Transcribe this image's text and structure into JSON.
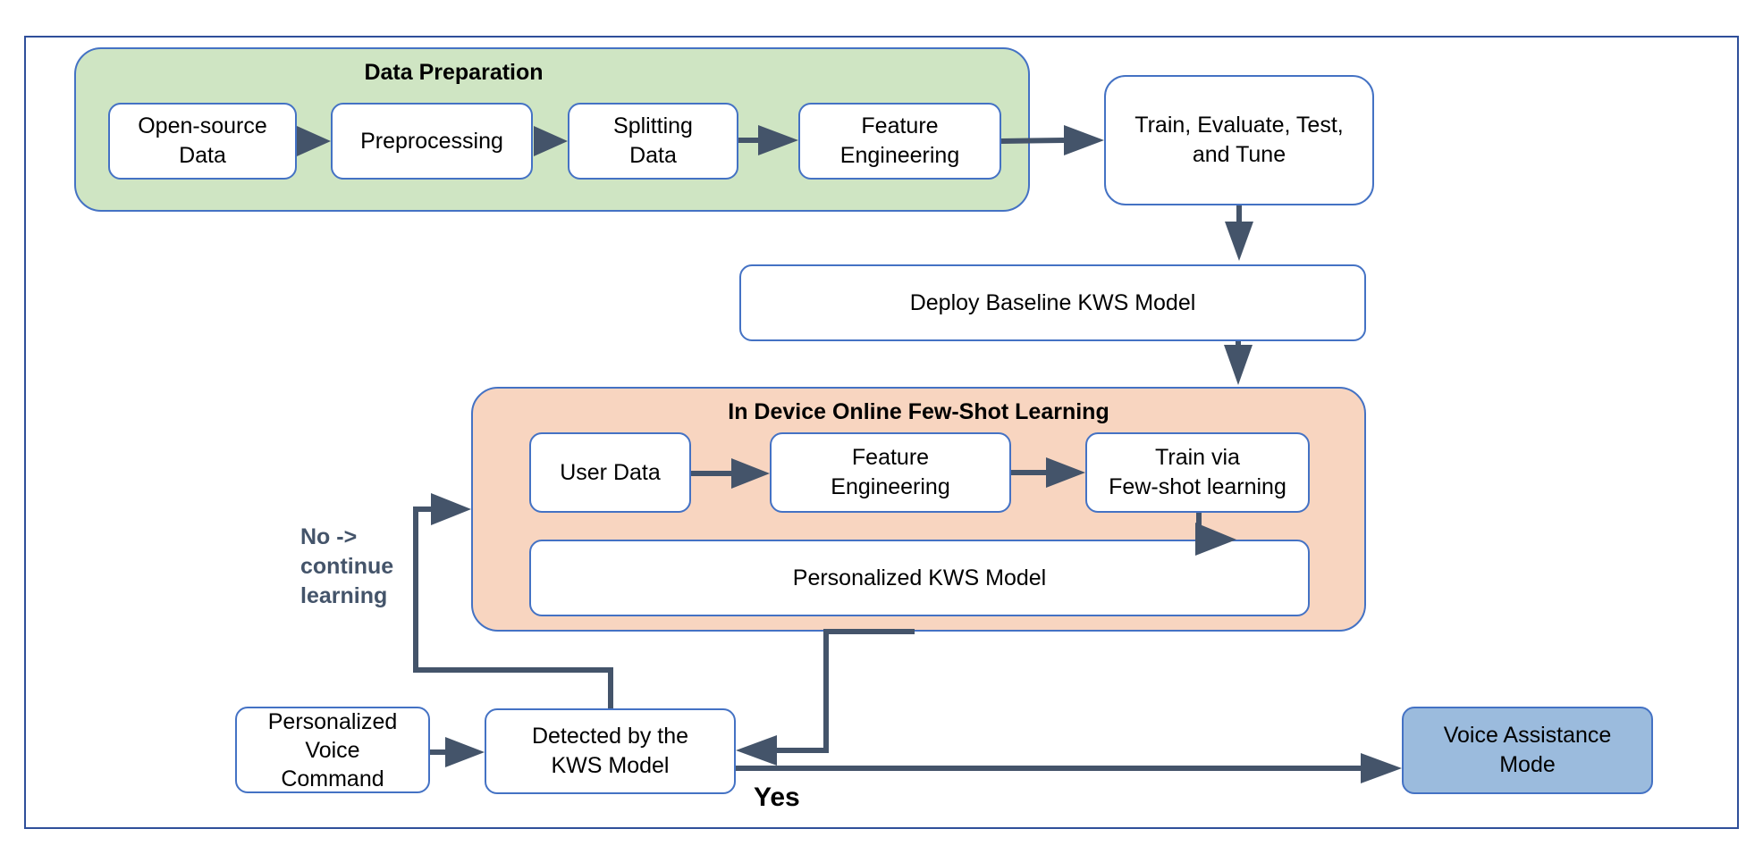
{
  "groups": {
    "data_preparation": "Data Preparation",
    "online_learning": "In Device Online Few-Shot Learning"
  },
  "boxes": {
    "open_source_data": "Open-source\nData",
    "preprocessing": "Preprocessing",
    "splitting_data": "Splitting\nData",
    "feature_engineering_1": "Feature\nEngineering",
    "train_evaluate": "Train, Evaluate, Test,\nand Tune",
    "deploy_baseline": "Deploy Baseline KWS Model",
    "user_data": "User Data",
    "feature_engineering_2": "Feature\nEngineering",
    "train_few_shot": "Train via\nFew-shot learning",
    "personalized_model": "Personalized KWS Model",
    "voice_command": "Personalized\nVoice\nCommand",
    "detected": "Detected by the\nKWS Model",
    "voice_mode": "Voice Assistance\nMode"
  },
  "labels": {
    "no_branch": "No ->\ncontinue\nlearning",
    "yes_branch": "Yes"
  },
  "colors": {
    "connector": "#44546a",
    "border": "#4472c4",
    "data_prep_fill": "#cfe5c3",
    "learning_fill": "#f8d5c0",
    "voice_mode_fill": "#9bbbdd"
  }
}
